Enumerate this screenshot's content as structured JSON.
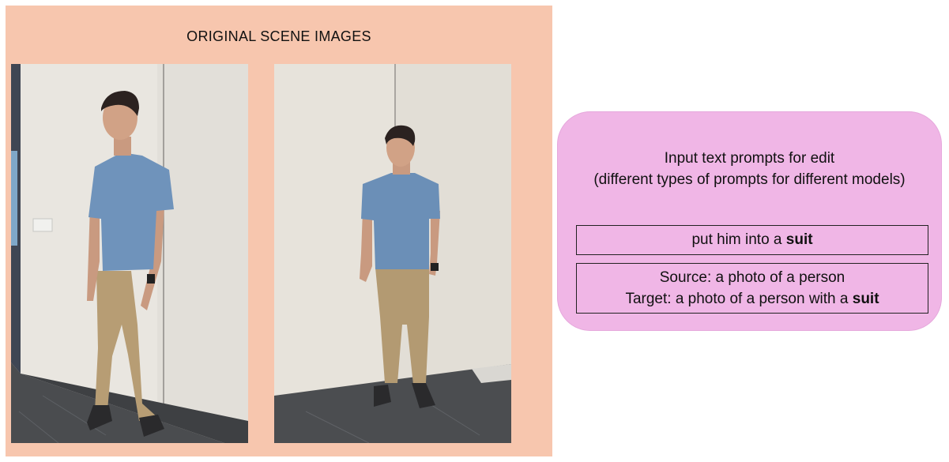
{
  "left_panel": {
    "title": "ORIGINAL SCENE IMAGES",
    "bg_color": "#f7c6ae",
    "photos": [
      {
        "subject": "man in blue t-shirt and khaki pants, head turned left, standing by wall"
      },
      {
        "subject": "man in blue t-shirt and khaki pants, facing forward, standing by wall"
      }
    ]
  },
  "right_panel": {
    "bg_color": "#f0b6e6",
    "heading_line1": "Input text prompts for edit",
    "heading_line2": "(different types of prompts for different models)",
    "prompt1": {
      "prefix": "put him into a ",
      "bold": "suit"
    },
    "prompt2": {
      "line1": "Source: a photo of a person",
      "line2_prefix": "Target: a photo of a person with a ",
      "line2_bold": "suit"
    }
  }
}
